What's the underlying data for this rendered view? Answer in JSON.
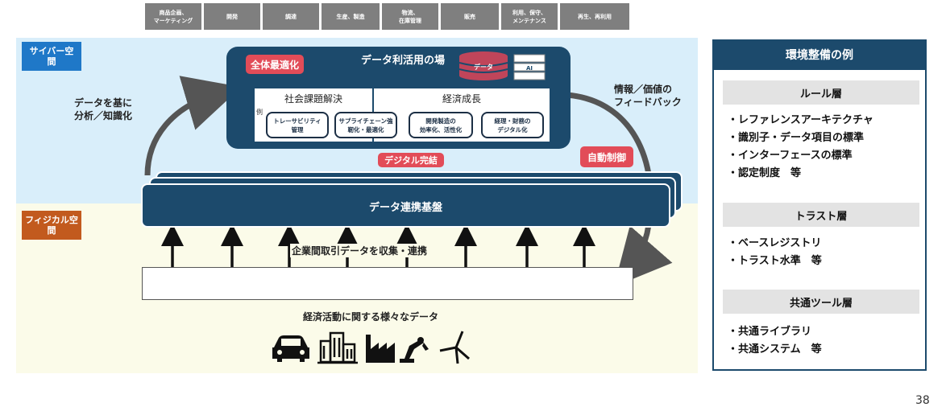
{
  "cyber_label": "サイバー空\n間",
  "physical_label": "フィジカル空\n間",
  "data_place": {
    "title": "データ利活用の場",
    "overall_tag": "全体最適化",
    "db_label": "データ",
    "ai_label": "AI",
    "social_head": "社会課題解決",
    "economic_head": "経済成長",
    "example_mark": "例",
    "pills": [
      "トレーサビリティ\n管理",
      "サプライチェーン強\n靭化・最適化",
      "開発製造の\n効率化、活性化",
      "経理・財務の\nデジタル化"
    ]
  },
  "left_arrow_text": "データを基に\n分析／知識化",
  "right_arrow_text": "情報／価値の\nフィードバック",
  "digital_tag": "デジタル完結",
  "auto_tag": "自動制御",
  "platform_label": "データ連携基盤",
  "collect_label": "企業間取引データを収集・連携",
  "activities": [
    "商品企画、\nマーケティング",
    "開発",
    "調達",
    "生産、製造",
    "物流、\n在庫管理",
    "販売",
    "利用、保守、\nメンテナンス",
    "再生、再利用"
  ],
  "economic_data_label": "経済活動に関する様々なデータ",
  "icons": [
    "car-icon",
    "building-icon",
    "factory-icon",
    "robot-arm-icon",
    "wind-turbine-icon"
  ],
  "right_panel": {
    "title": "環境整備の例",
    "layers": [
      {
        "head": "ルール層",
        "items": [
          "・レファレンスアーキテクチャ",
          "・識別子・データ項目の標準",
          "・インターフェースの標準",
          "・認定制度　等"
        ]
      },
      {
        "head": "トラスト層",
        "items": [
          "・ベースレジストリ",
          "・トラスト水準　等"
        ]
      },
      {
        "head": "共通ツール層",
        "items": [
          "・共通ライブラリ",
          "・共通システム　等"
        ]
      }
    ]
  },
  "page_number": "38",
  "colors": {
    "navy": "#1c4a6c",
    "red": "#e24c58",
    "cyber_bg": "#d9eefa",
    "physical_bg": "#fbfbe9",
    "blue_tag": "#1f78c8",
    "orange_tag": "#c25a1e"
  }
}
